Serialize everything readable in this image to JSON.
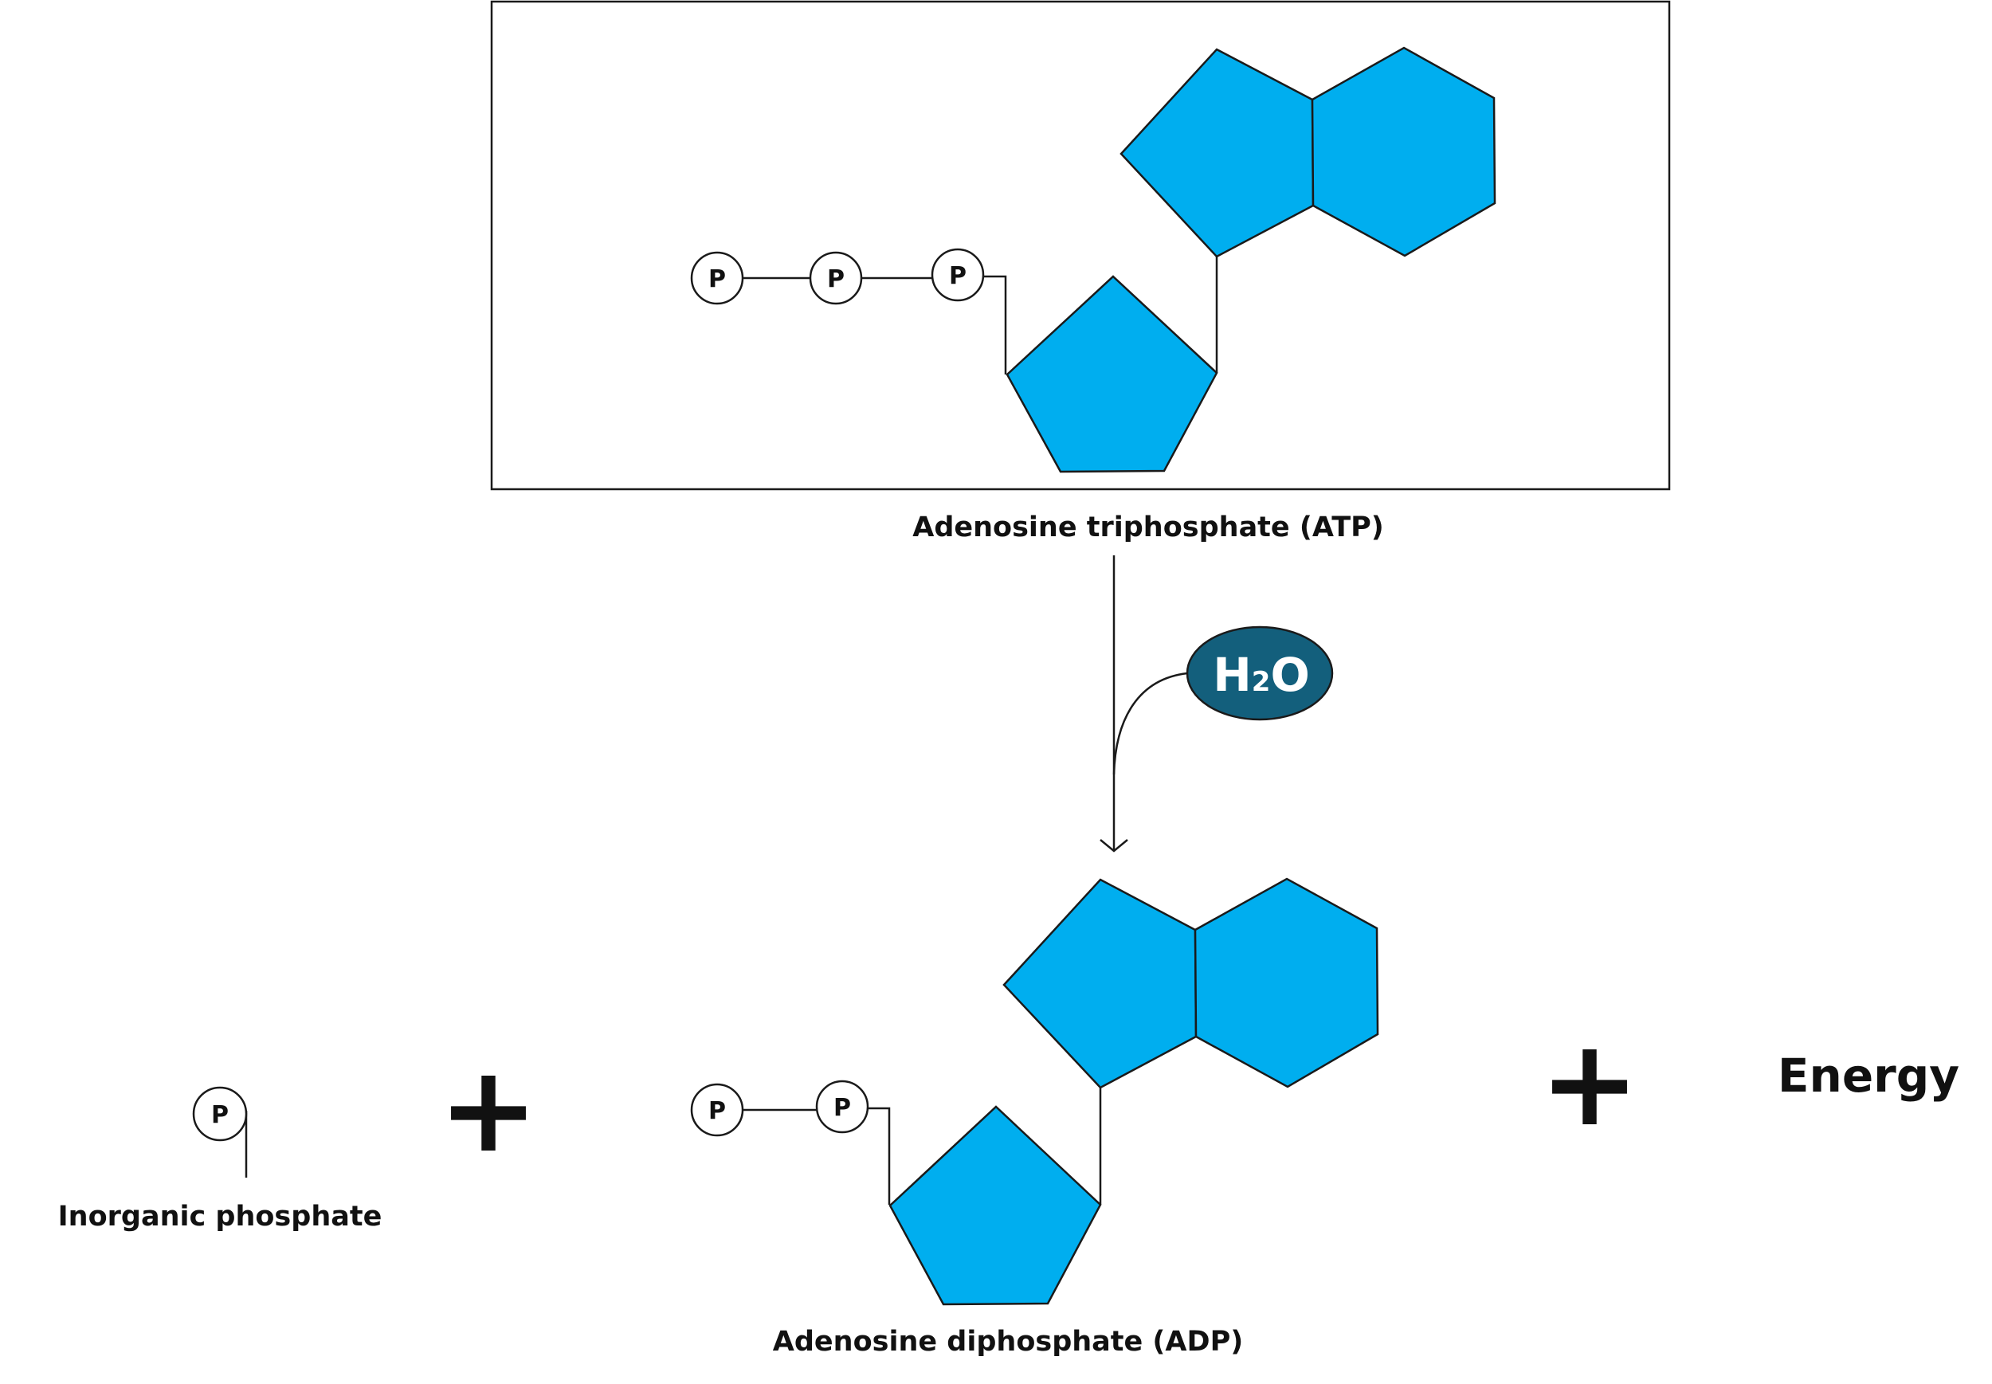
{
  "colors": {
    "molecule_fill": "#00aeef",
    "outline": "#1a1a1a",
    "water_fill": "#135f7c",
    "water_text": "#ffffff",
    "background": "#ffffff"
  },
  "atp": {
    "label": "Adenosine triphosphate (ATP)",
    "phosphates": [
      "P",
      "P",
      "P"
    ]
  },
  "water": {
    "symbol_main": "H",
    "symbol_sub": "2",
    "symbol_tail": "O"
  },
  "products": {
    "inorganic_phosphate": {
      "symbol": "P",
      "label": "Inorganic phosphate"
    },
    "plus_1": "+",
    "adp": {
      "label": "Adenosine diphosphate (ADP)",
      "phosphates": [
        "P",
        "P"
      ]
    },
    "plus_2": "+",
    "energy": "Energy"
  }
}
